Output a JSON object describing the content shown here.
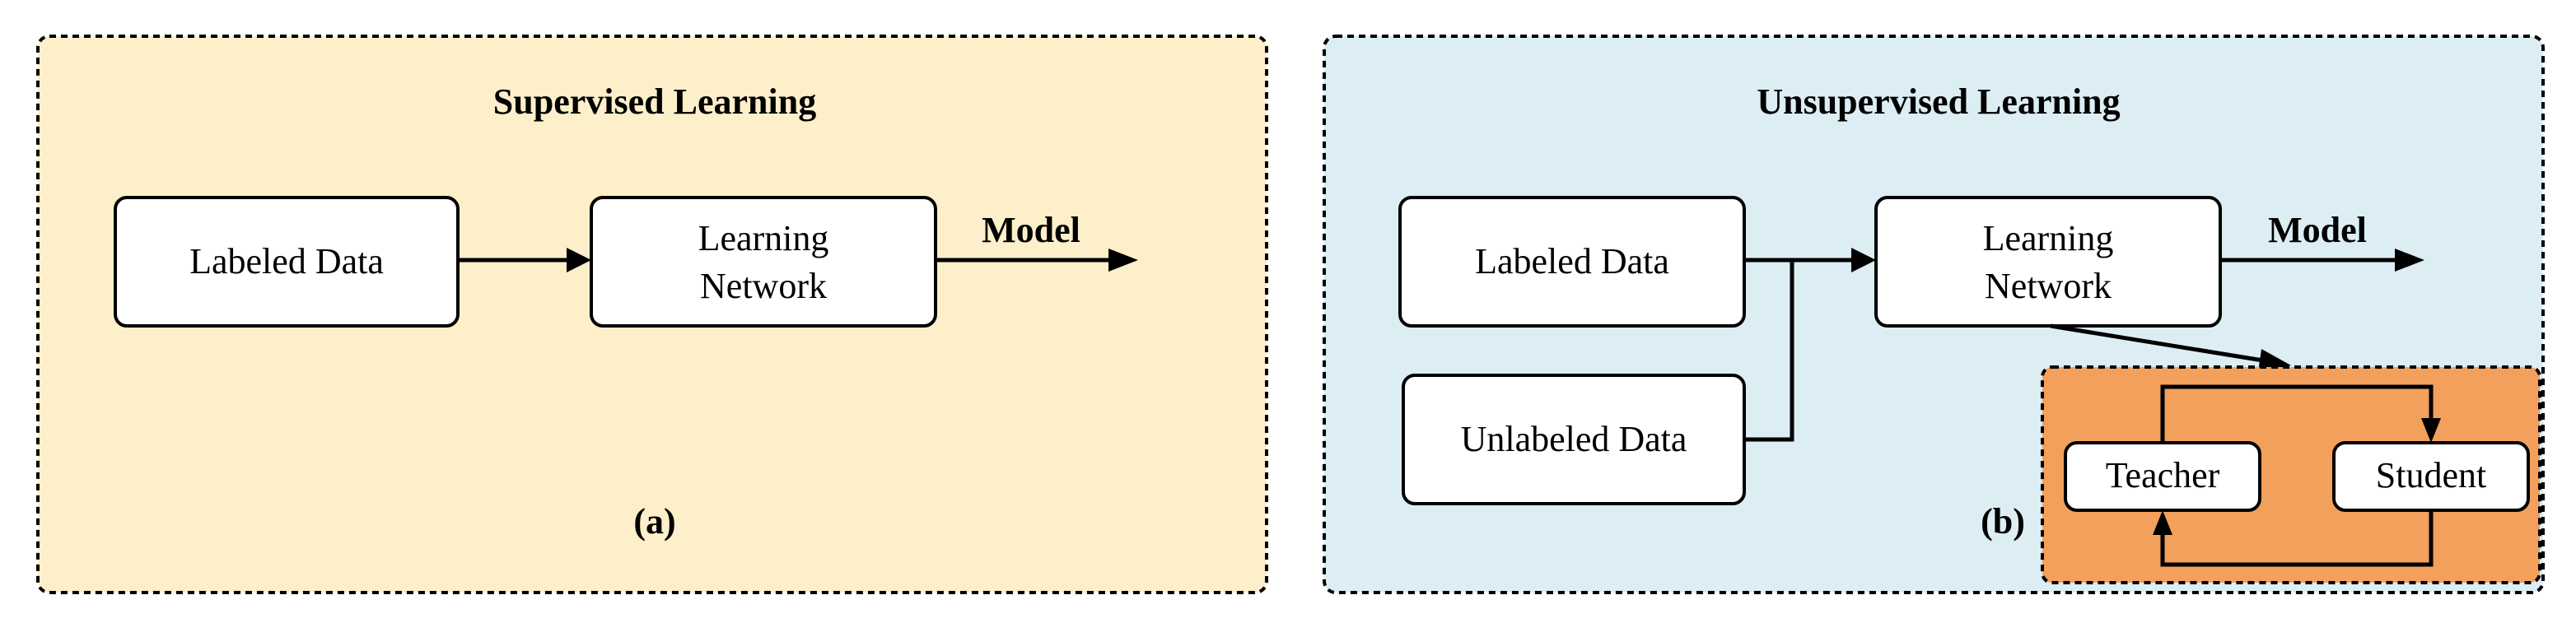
{
  "colors": {
    "panel_a_fill": "#fdefc9",
    "panel_b_fill": "#dcedf3",
    "inner_panel_fill": "#f2a05b",
    "box_fill": "#ffffff",
    "stroke": "#000000"
  },
  "panel_a": {
    "title": "Supervised Learning",
    "caption": "(a)",
    "labeled_data": "Labeled Data",
    "learning_network_line1": "Learning",
    "learning_network_line2": "Network",
    "output_label": "Model"
  },
  "panel_b": {
    "title": "Unsupervised Learning",
    "caption": "(b)",
    "labeled_data": "Labeled Data",
    "unlabeled_data": "Unlabeled Data",
    "learning_network_line1": "Learning",
    "learning_network_line2": "Network",
    "output_label": "Model",
    "teacher": "Teacher",
    "student": "Student"
  }
}
